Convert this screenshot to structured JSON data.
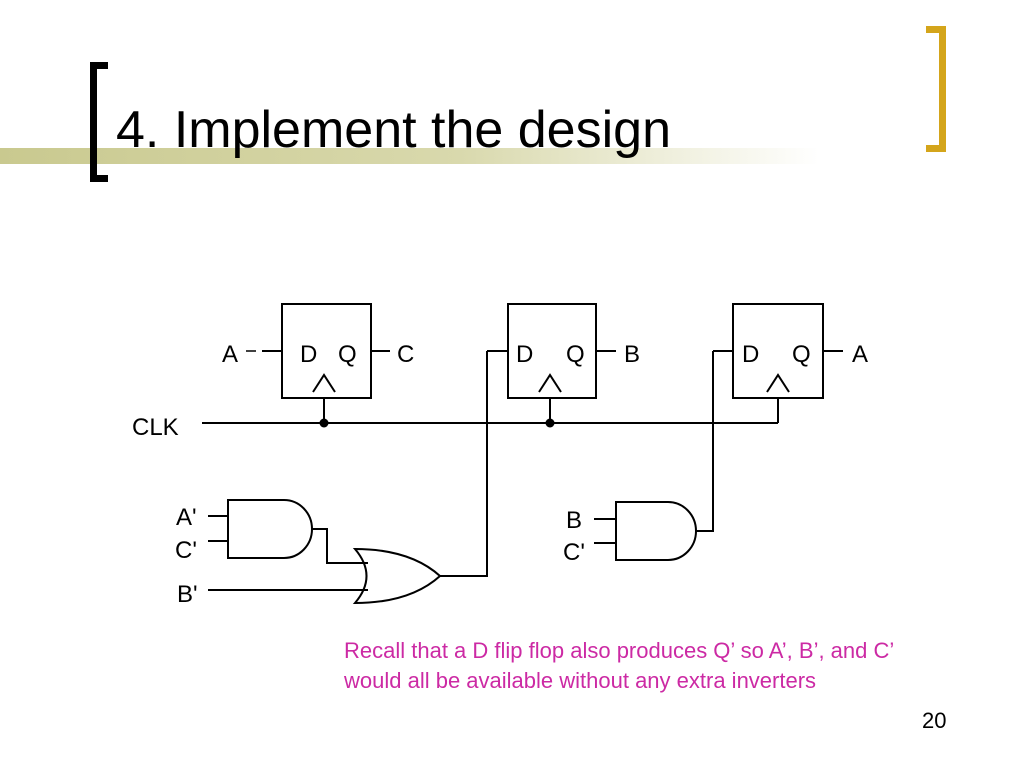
{
  "slide": {
    "title": "4. Implement the design",
    "note_line1": "Recall that a D flip flop also produces Q’ so A’, B’, and C’",
    "note_line2": "would all be available without any extra inverters",
    "page_number": "20",
    "colors": {
      "accent_bracket": "#d4a51b",
      "note_text": "#cc2aa4"
    }
  },
  "circuit": {
    "clock_label": "CLK",
    "flip_flops": [
      {
        "d_pin": "D",
        "q_pin": "Q",
        "input_label": "A",
        "output_label": "C"
      },
      {
        "d_pin": "D",
        "q_pin": "Q",
        "output_label": "B"
      },
      {
        "d_pin": "D",
        "q_pin": "Q",
        "output_label": "A"
      }
    ],
    "and_gate_1_inputs": [
      "A'",
      "C'"
    ],
    "or_gate_extra_input": "B'",
    "and_gate_2_inputs": [
      "B",
      "C'"
    ]
  }
}
